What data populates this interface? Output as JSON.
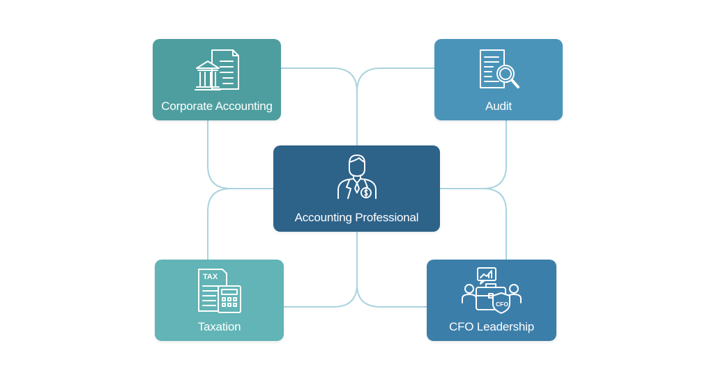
{
  "nodes": {
    "corporate": {
      "label": "Corporate Accounting",
      "icon": "bank-document-icon",
      "color": "#4e9e9f"
    },
    "audit": {
      "label": "Audit",
      "icon": "document-magnifier-icon",
      "color": "#4b94b9"
    },
    "center": {
      "label": "Accounting Professional",
      "icon": "professional-person-icon",
      "color": "#2d6289"
    },
    "taxation": {
      "label": "Taxation",
      "icon": "tax-calculator-icon",
      "color": "#62b4b6"
    },
    "cfo": {
      "label": "CFO Leadership",
      "icon": "cfo-briefcase-icon",
      "color": "#3c7eaa"
    }
  },
  "icons": {
    "tax_word": "TAX",
    "cfo_word": "CFO"
  },
  "connector_color": "#a9d3de"
}
